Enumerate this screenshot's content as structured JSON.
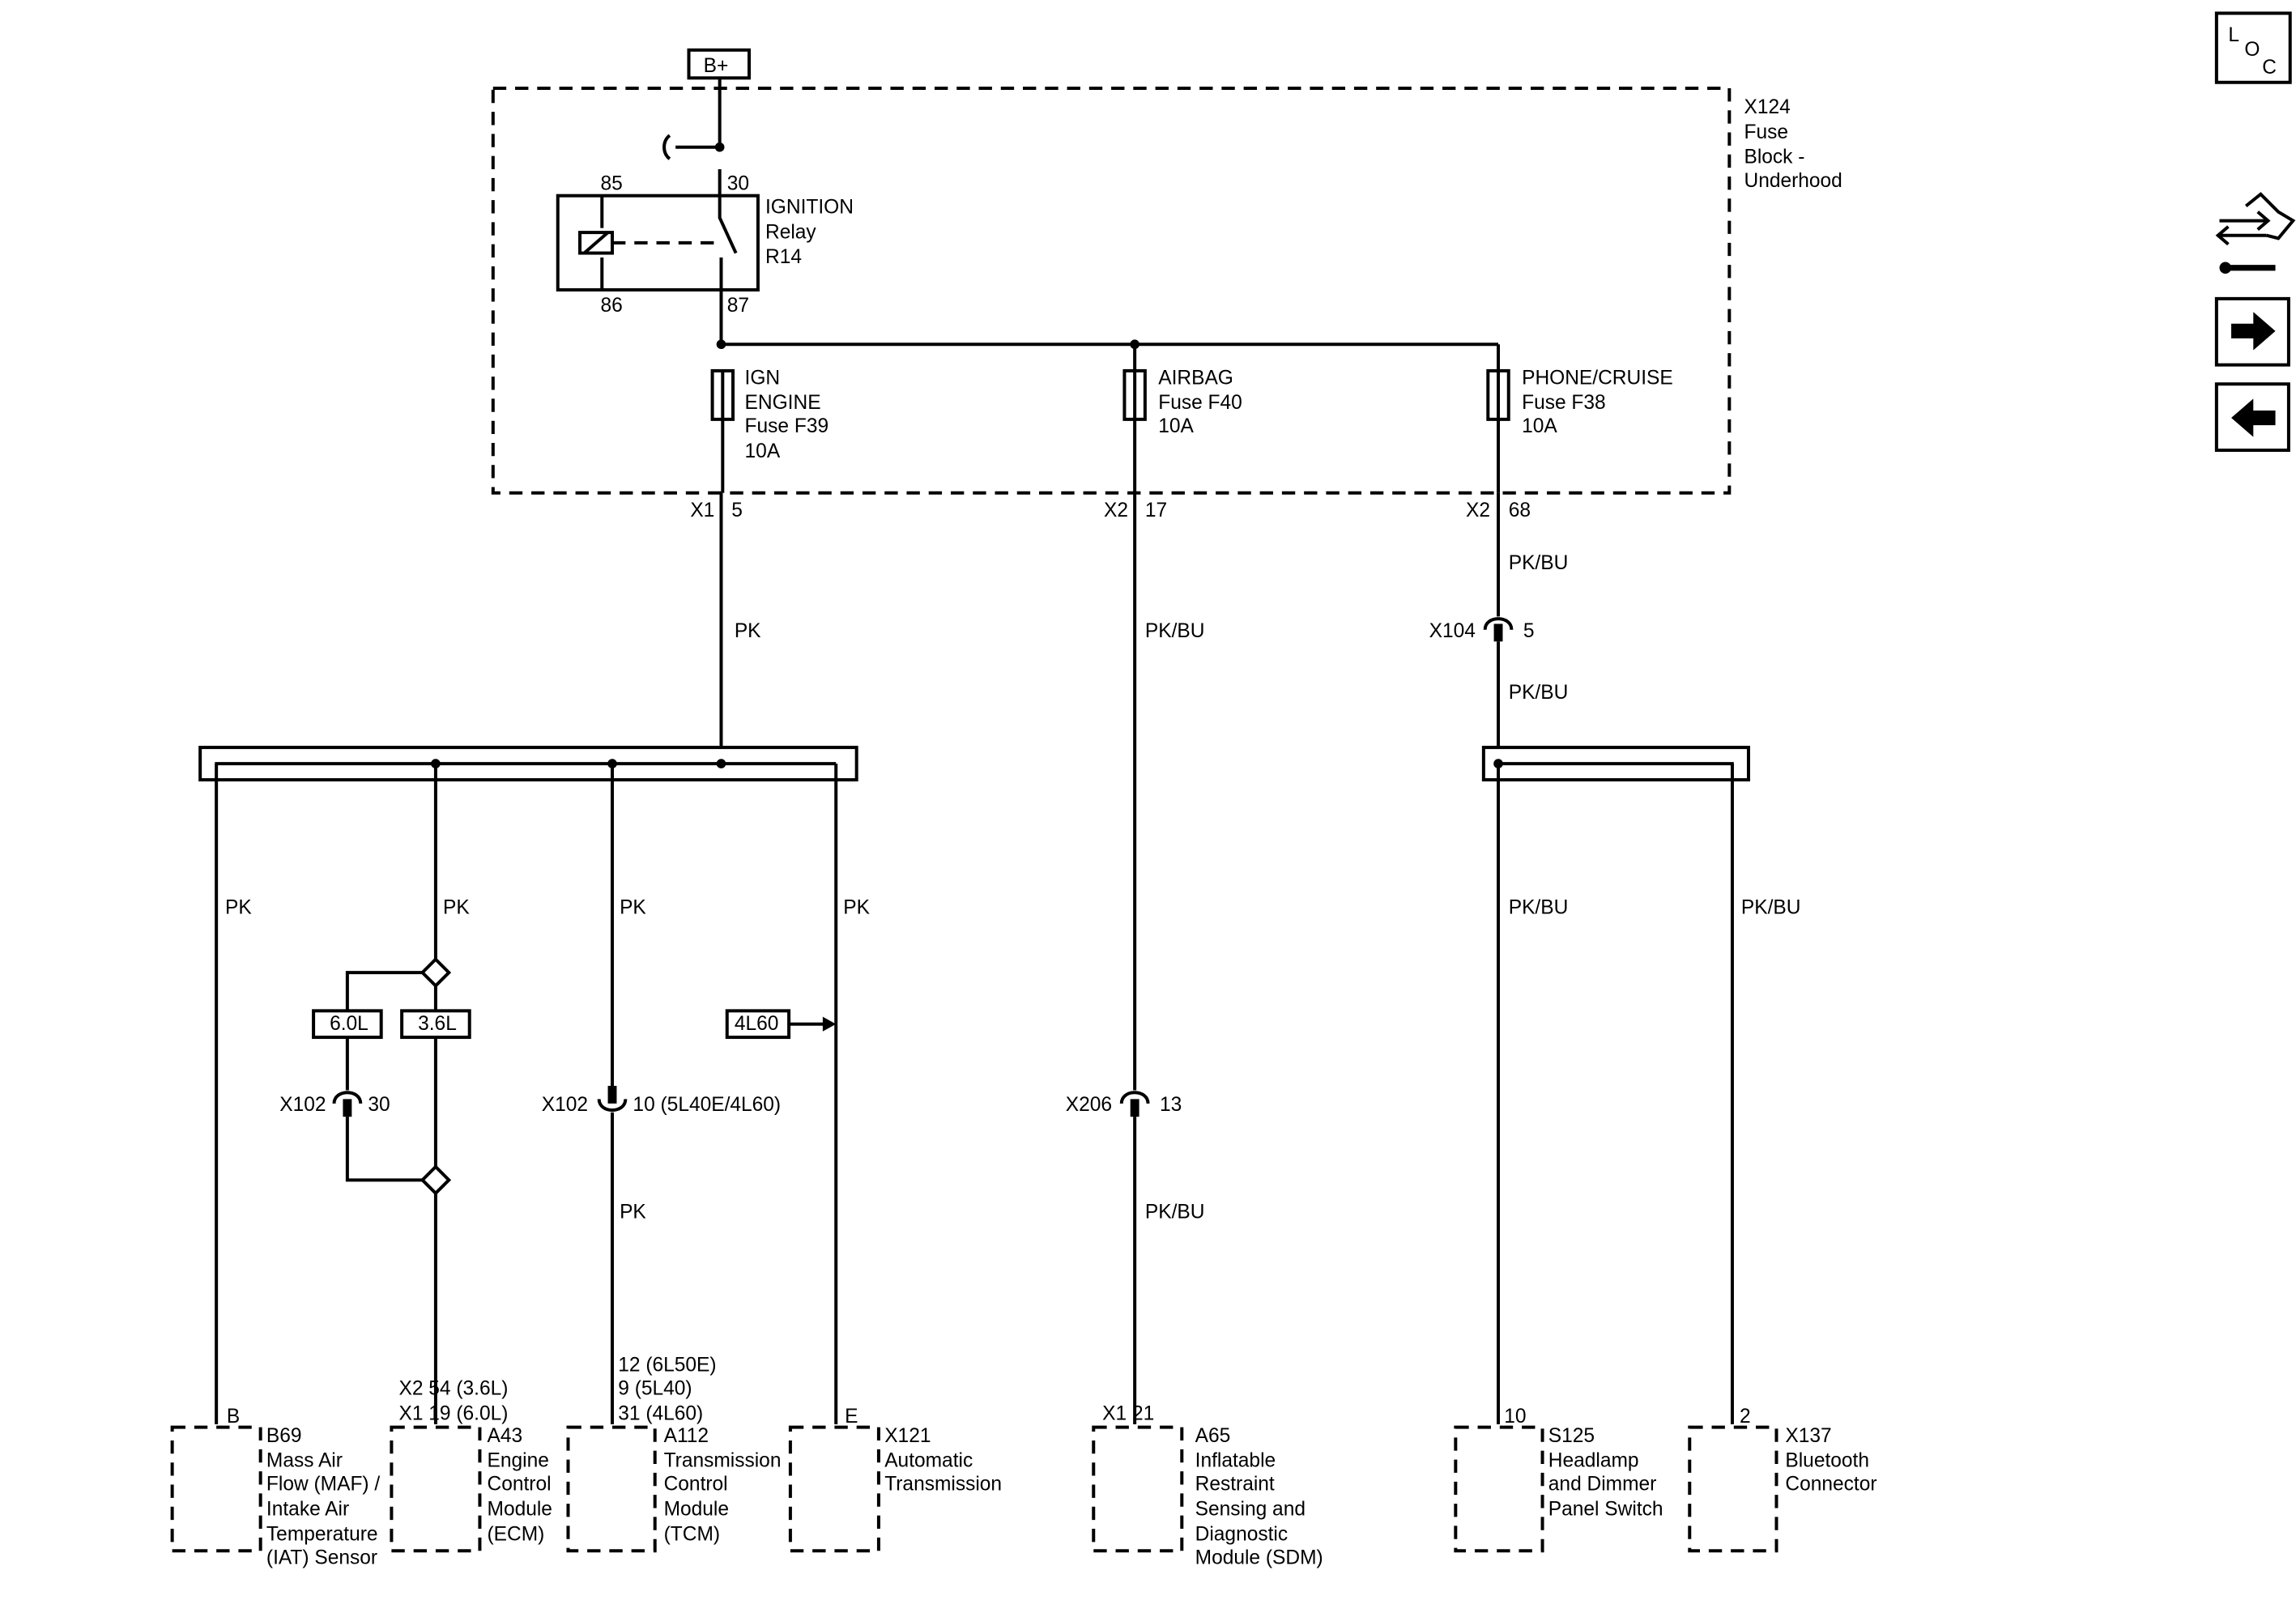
{
  "nav": {
    "loc_letters": [
      "L",
      "O",
      "C"
    ],
    "icons": [
      "loc-icon",
      "repair-info-icon",
      "next-page-icon",
      "previous-page-icon"
    ]
  },
  "power": {
    "label": "B+"
  },
  "fuse_block": {
    "lines": [
      "X124",
      "Fuse",
      "Block -",
      "Underhood"
    ]
  },
  "relay": {
    "lines": [
      "IGNITION",
      "Relay",
      "R14"
    ],
    "pins": {
      "p85": "85",
      "p30": "30",
      "p86": "86",
      "p87": "87"
    }
  },
  "fuses": [
    {
      "lines": [
        "IGN",
        "ENGINE",
        "Fuse F39",
        "10A"
      ],
      "conn": "X1",
      "pin": "5"
    },
    {
      "lines": [
        "AIRBAG",
        "Fuse F40",
        "10A"
      ],
      "conn": "X2",
      "pin": "17"
    },
    {
      "lines": [
        "PHONE/CRUISE",
        "Fuse F38",
        "10A"
      ],
      "conn": "X2",
      "pin": "68"
    }
  ],
  "wires": {
    "pk": "PK",
    "pkbu": "PK/BU"
  },
  "inline": {
    "x104": {
      "name": "X104",
      "pin": "5"
    },
    "x102a": {
      "name": "X102",
      "pin": "30"
    },
    "x102b": {
      "name": "X102",
      "pin": "10 (5L40E/4L60)"
    },
    "x206": {
      "name": "X206",
      "pin": "13"
    }
  },
  "options": {
    "v60": "6.0L",
    "v36": "3.6L",
    "t4l60": "4L60"
  },
  "components": [
    {
      "pin_lines": [
        "B"
      ],
      "lines": [
        "B69",
        "Mass Air",
        "Flow (MAF) /",
        "Intake Air",
        "Temperature",
        "(IAT) Sensor"
      ]
    },
    {
      "pin_lines": [
        "X2  54 (3.6L)",
        "X1  19 (6.0L)"
      ],
      "lines": [
        "A43",
        "Engine",
        "Control",
        "Module",
        "(ECM)"
      ]
    },
    {
      "pin_lines": [
        "12 (6L50E)",
        "9 (5L40)",
        "31 (4L60)"
      ],
      "lines": [
        "A112",
        "Transmission",
        "Control",
        "Module",
        "(TCM)"
      ]
    },
    {
      "pin_lines": [
        "E"
      ],
      "lines": [
        "X121",
        "Automatic",
        "Transmission"
      ]
    },
    {
      "pin_lines": [
        "X1  21"
      ],
      "lines": [
        "A65",
        "Inflatable",
        "Restraint",
        "Sensing and",
        "Diagnostic",
        "Module (SDM)"
      ]
    },
    {
      "pin_lines": [
        "10"
      ],
      "lines": [
        "S125",
        "Headlamp",
        "and Dimmer",
        "Panel Switch"
      ]
    },
    {
      "pin_lines": [
        "2"
      ],
      "lines": [
        "X137",
        "Bluetooth",
        "Connector"
      ]
    }
  ]
}
